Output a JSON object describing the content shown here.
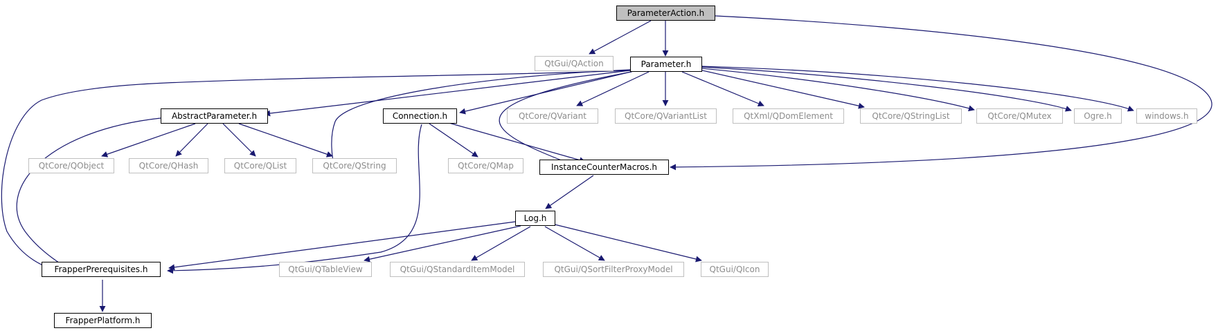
{
  "graph": {
    "nodes": [
      {
        "id": "n_paramaction",
        "label": "ParameterAction.h",
        "kind": "root"
      },
      {
        "id": "n_qaction",
        "label": "QtGui/QAction",
        "kind": "ext"
      },
      {
        "id": "n_parameter",
        "label": "Parameter.h",
        "kind": "local"
      },
      {
        "id": "n_abstractparam",
        "label": "AbstractParameter.h",
        "kind": "local"
      },
      {
        "id": "n_connection",
        "label": "Connection.h",
        "kind": "local"
      },
      {
        "id": "n_qvariant",
        "label": "QtCore/QVariant",
        "kind": "ext"
      },
      {
        "id": "n_qvariantlist",
        "label": "QtCore/QVariantList",
        "kind": "ext"
      },
      {
        "id": "n_qdomelement",
        "label": "QtXml/QDomElement",
        "kind": "ext"
      },
      {
        "id": "n_qstringlist",
        "label": "QtCore/QStringList",
        "kind": "ext"
      },
      {
        "id": "n_qmutex",
        "label": "QtCore/QMutex",
        "kind": "ext"
      },
      {
        "id": "n_ogre",
        "label": "Ogre.h",
        "kind": "ext"
      },
      {
        "id": "n_windows",
        "label": "windows.h",
        "kind": "ext"
      },
      {
        "id": "n_qobject",
        "label": "QtCore/QObject",
        "kind": "ext"
      },
      {
        "id": "n_qhash",
        "label": "QtCore/QHash",
        "kind": "ext"
      },
      {
        "id": "n_qlist",
        "label": "QtCore/QList",
        "kind": "ext"
      },
      {
        "id": "n_qstring",
        "label": "QtCore/QString",
        "kind": "ext"
      },
      {
        "id": "n_qmap",
        "label": "QtCore/QMap",
        "kind": "ext"
      },
      {
        "id": "n_instcounter",
        "label": "InstanceCounterMacros.h",
        "kind": "local"
      },
      {
        "id": "n_log",
        "label": "Log.h",
        "kind": "local"
      },
      {
        "id": "n_frapperprereq",
        "label": "FrapperPrerequisites.h",
        "kind": "local"
      },
      {
        "id": "n_qtableview",
        "label": "QtGui/QTableView",
        "kind": "ext"
      },
      {
        "id": "n_qstditemmodel",
        "label": "QtGui/QStandardItemModel",
        "kind": "ext"
      },
      {
        "id": "n_qsortfilter",
        "label": "QtGui/QSortFilterProxyModel",
        "kind": "ext"
      },
      {
        "id": "n_qicon",
        "label": "QtGui/QIcon",
        "kind": "ext"
      },
      {
        "id": "n_frapperplatform",
        "label": "FrapperPlatform.h",
        "kind": "local"
      }
    ],
    "colors": {
      "edge": "#191970",
      "local_border": "#000000",
      "ext_border": "#bfbfbf",
      "ext_text": "#8c8c8c",
      "root_fill": "#bfbfbf"
    }
  }
}
